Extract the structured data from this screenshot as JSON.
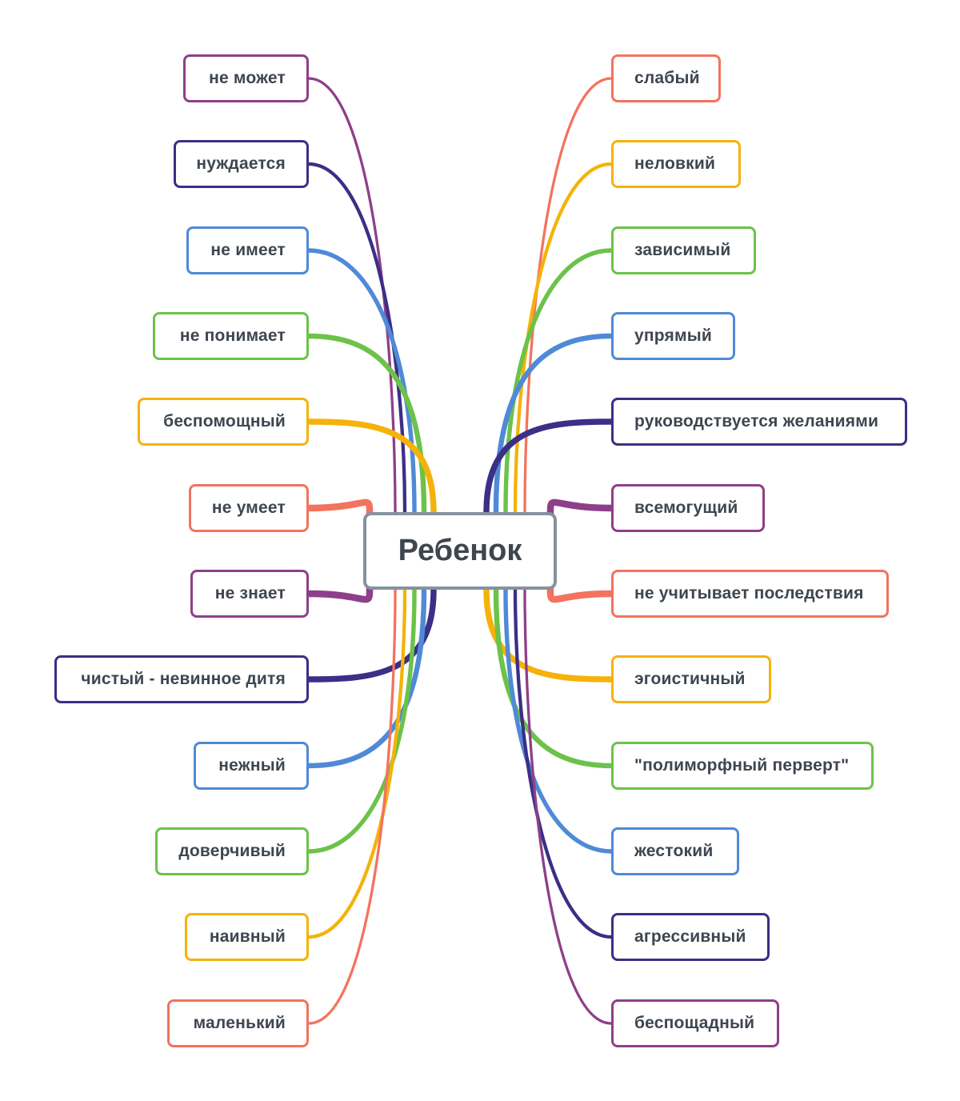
{
  "center": {
    "label": "Ребенок",
    "border_color": "#8592a0"
  },
  "left_branches": [
    {
      "label": "не может",
      "color": "#8e3f8a"
    },
    {
      "label": "нуждается",
      "color": "#3b2f86"
    },
    {
      "label": "не имеет",
      "color": "#4f8ad6"
    },
    {
      "label": "не понимает",
      "color": "#6cc24a"
    },
    {
      "label": "беспомощный",
      "color": "#f5b20b"
    },
    {
      "label": "не умеет",
      "color": "#f3735e"
    },
    {
      "label": "не знает",
      "color": "#8e3f8a"
    },
    {
      "label": "чистый - невинное дитя",
      "color": "#3b2f86"
    },
    {
      "label": "нежный",
      "color": "#4f8ad6"
    },
    {
      "label": "доверчивый",
      "color": "#6cc24a"
    },
    {
      "label": "наивный",
      "color": "#f5b20b"
    },
    {
      "label": "маленький",
      "color": "#f3735e"
    }
  ],
  "right_branches": [
    {
      "label": "слабый",
      "color": "#f3735e"
    },
    {
      "label": "неловкий",
      "color": "#f5b20b"
    },
    {
      "label": "зависимый",
      "color": "#6cc24a"
    },
    {
      "label": "упрямый",
      "color": "#4f8ad6"
    },
    {
      "label": "руководствуется желаниями",
      "color": "#3b2f86"
    },
    {
      "label": "всемогущий",
      "color": "#8e3f8a"
    },
    {
      "label": "не учитывает последствия",
      "color": "#f3735e"
    },
    {
      "label": "эгоистичный",
      "color": "#f5b20b"
    },
    {
      "label": "\"полиморфный перверт\"",
      "color": "#6cc24a"
    },
    {
      "label": "жестокий",
      "color": "#4f8ad6"
    },
    {
      "label": "агрессивный",
      "color": "#3b2f86"
    },
    {
      "label": "беспощадный",
      "color": "#8e3f8a"
    }
  ]
}
